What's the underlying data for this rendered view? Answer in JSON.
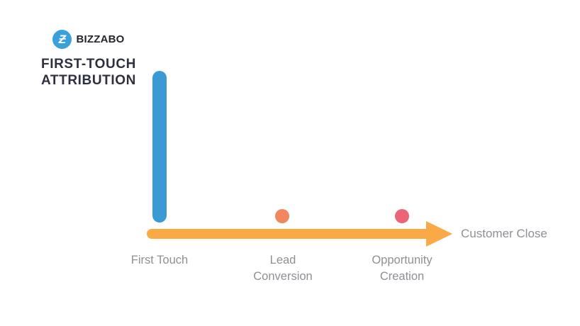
{
  "brand": {
    "name": "BIZZABO",
    "logo_glyph": "Ƶ",
    "logo_color": "#3AA0DC"
  },
  "title": {
    "line1": "FIRST-TOUCH",
    "line2": "ATTRIBUTION"
  },
  "timeline": {
    "end_label": "Customer Close",
    "axis_color": "#F9A945",
    "milestones": [
      {
        "label": "First Touch",
        "marker": "tall-bar",
        "color": "#3A9BD4"
      },
      {
        "label": "Lead Conversion",
        "marker": "dot",
        "color": "#F0875F"
      },
      {
        "label": "Opportunity Creation",
        "marker": "dot",
        "color": "#EC6478"
      }
    ]
  },
  "colors": {
    "title_text": "#2E3040",
    "label_text": "#8F8F96",
    "background": "#FFFFFF"
  }
}
